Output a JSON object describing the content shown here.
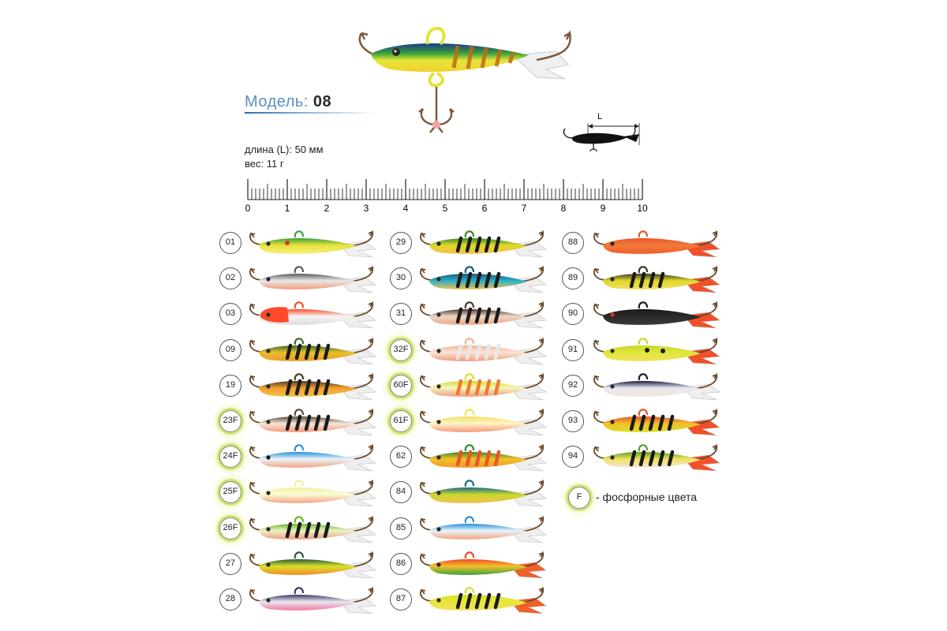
{
  "header": {
    "model_label": "Модель:",
    "model_number": "08",
    "spec_length": "длина (L): 50 мм",
    "spec_weight": "вес: 11 г",
    "diagram_label": "L"
  },
  "ruler": {
    "labels": [
      "0",
      "1",
      "2",
      "3",
      "4",
      "5",
      "6",
      "7",
      "8",
      "9",
      "10"
    ]
  },
  "legend": {
    "symbol": "F",
    "text": "- фосфорные цвета"
  },
  "colors": {
    "columns": [
      [
        {
          "code": "01",
          "phosphor": false,
          "top": "#3aa23a",
          "mid": "#e7e23a",
          "belly": "#f5f080",
          "accent": "#d9332a",
          "stripes": 0,
          "tail": "#f0f0f0",
          "eye": "#2a2a2a"
        },
        {
          "code": "02",
          "phosphor": false,
          "top": "#5b5b5b",
          "mid": "#e9e9e9",
          "belly": "#f39a7a",
          "accent": "#ffffff",
          "stripes": 0,
          "tail": "#eeeeee",
          "eye": "#2a2a2a"
        },
        {
          "code": "03",
          "phosphor": false,
          "top": "#ff4a2a",
          "mid": "#f5f5f5",
          "belly": "#dddddd",
          "accent": "#ff4a2a",
          "stripes": 0,
          "tail": "#eeeeee",
          "eye": "#2a2a2a"
        },
        {
          "code": "09",
          "phosphor": false,
          "top": "#3c6a2a",
          "mid": "#e6c02a",
          "belly": "#f29a2a",
          "accent": "#1a1a1a",
          "stripes": 5,
          "tail": "#eeeeee",
          "eye": "#2a2a2a"
        },
        {
          "code": "19",
          "phosphor": false,
          "top": "#4a3a2a",
          "mid": "#f2a02a",
          "belly": "#f2c050",
          "accent": "#1a1a1a",
          "stripes": 5,
          "tail": "#eeeeee",
          "eye": "#2a2a2a"
        },
        {
          "code": "23F",
          "phosphor": true,
          "top": "#5b4a3a",
          "mid": "#f4e6d8",
          "belly": "#f39a7a",
          "accent": "#1a1a1a",
          "stripes": 5,
          "tail": "#eeeeee",
          "eye": "#2a2a2a"
        },
        {
          "code": "24F",
          "phosphor": true,
          "top": "#2a90d8",
          "mid": "#e8f4fb",
          "belly": "#f3a480",
          "accent": "#111111",
          "stripes": 0,
          "tail": "#eeeeee",
          "eye": "#111111"
        },
        {
          "code": "25F",
          "phosphor": true,
          "top": "#eef2a0",
          "mid": "#fafbd6",
          "belly": "#f3a480",
          "accent": "#ffffff",
          "stripes": 0,
          "tail": "#eeeeee",
          "eye": "#2a2a2a"
        },
        {
          "code": "26F",
          "phosphor": true,
          "top": "#6ab82a",
          "mid": "#eaf3c8",
          "belly": "#f39a7a",
          "accent": "#1a1a1a",
          "stripes": 5,
          "tail": "#eeeeee",
          "eye": "#2a2a2a"
        },
        {
          "code": "27",
          "phosphor": false,
          "top": "#2a5a3a",
          "mid": "#d8e02a",
          "belly": "#f28a2a",
          "accent": "#ffffff",
          "stripes": 0,
          "tail": "#eeeeee",
          "eye": "#2a2a2a"
        },
        {
          "code": "28",
          "phosphor": false,
          "top": "#3a3a6a",
          "mid": "#e8e8ee",
          "belly": "#f07aa0",
          "accent": "#ffffff",
          "stripes": 0,
          "tail": "#eeeeee",
          "eye": "#2a2a2a"
        }
      ],
      [
        {
          "code": "29",
          "phosphor": false,
          "top": "#3a8a2a",
          "mid": "#e0d82a",
          "belly": "#f2c050",
          "accent": "#1a1a1a",
          "stripes": 5,
          "tail": "#eeeeee",
          "eye": "#2a2a2a"
        },
        {
          "code": "30",
          "phosphor": false,
          "top": "#1a5a7a",
          "mid": "#2ab0c8",
          "belly": "#f2c050",
          "accent": "#1a1a1a",
          "stripes": 5,
          "tail": "#eeeeee",
          "eye": "#2a2a2a"
        },
        {
          "code": "31",
          "phosphor": false,
          "top": "#4a3a2a",
          "mid": "#ead8c8",
          "belly": "#f3a480",
          "accent": "#1a1a1a",
          "stripes": 5,
          "tail": "#eeeeee",
          "eye": "#2a2a2a"
        },
        {
          "code": "32F",
          "phosphor": true,
          "top": "#f2b49a",
          "mid": "#fbe4d8",
          "belly": "#f39a7a",
          "accent": "#e8e8e8",
          "stripes": 5,
          "tail": "#eeeeee",
          "eye": "#2a2a2a"
        },
        {
          "code": "60F",
          "phosphor": true,
          "top": "#d8e02a",
          "mid": "#f2f5c0",
          "belly": "#f39a7a",
          "accent": "#f07a30",
          "stripes": 5,
          "tail": "#eeeeee",
          "eye": "#2a2a2a"
        },
        {
          "code": "61F",
          "phosphor": true,
          "top": "#f2e060",
          "mid": "#fdf4c8",
          "belly": "#f39a7a",
          "accent": "#ffffff",
          "stripes": 0,
          "tail": "#eeeeee",
          "eye": "#2a2a2a"
        },
        {
          "code": "62",
          "phosphor": false,
          "top": "#3a8a2a",
          "mid": "#f2c02a",
          "belly": "#f29a2a",
          "accent": "#e8552a",
          "stripes": 5,
          "tail": "#eeeeee",
          "eye": "#2a2a2a"
        },
        {
          "code": "84",
          "phosphor": false,
          "top": "#1a6a8a",
          "mid": "#c8d82a",
          "belly": "#f2c050",
          "accent": "#ffffff",
          "stripes": 0,
          "tail": "#eeeeee",
          "eye": "#2a2a2a"
        },
        {
          "code": "85",
          "phosphor": false,
          "top": "#2a90d8",
          "mid": "#e8f4fb",
          "belly": "#f3a480",
          "accent": "#ffffff",
          "stripes": 0,
          "tail": "#eeeeee",
          "eye": "#2a2a2a"
        },
        {
          "code": "86",
          "phosphor": false,
          "top": "#f04a2a",
          "mid": "#f2c02a",
          "belly": "#3aa23a",
          "accent": "#ffffff",
          "stripes": 0,
          "tail": "#f0602a",
          "eye": "#2a2a2a"
        },
        {
          "code": "87",
          "phosphor": false,
          "top": "#d8e02a",
          "mid": "#e8e63a",
          "belly": "#f0e060",
          "accent": "#1a1a1a",
          "stripes": 5,
          "tail": "#f0602a",
          "eye": "#2a2a2a"
        }
      ],
      [
        {
          "code": "88",
          "phosphor": false,
          "top": "#e8552a",
          "mid": "#f27a3a",
          "belly": "#f0602a",
          "accent": "#e8552a",
          "stripes": 0,
          "tail": "#f0502a",
          "eye": "#2a2a2a"
        },
        {
          "code": "89",
          "phosphor": false,
          "top": "#3a3a2a",
          "mid": "#e0d82a",
          "belly": "#f0e060",
          "accent": "#1a1a1a",
          "stripes": 4,
          "tail": "#f0502a",
          "eye": "#2a2a2a"
        },
        {
          "code": "90",
          "phosphor": false,
          "top": "#1a1a1a",
          "mid": "#2a2a2a",
          "belly": "#3a3a3a",
          "accent": "#d9332a",
          "stripes": 0,
          "tail": "#f0502a",
          "eye": "#d9332a"
        },
        {
          "code": "91",
          "phosphor": false,
          "top": "#c8d82a",
          "mid": "#e0e63a",
          "belly": "#f2e060",
          "accent": "#1a1a1a",
          "stripes": 0,
          "tail": "#f0502a",
          "eye": "#2a2a2a"
        },
        {
          "code": "92",
          "phosphor": false,
          "top": "#1a1a3a",
          "mid": "#e8eaf2",
          "belly": "#f3e4d8",
          "accent": "#ffffff",
          "stripes": 0,
          "tail": "#eeeeee",
          "eye": "#2a2a2a"
        },
        {
          "code": "93",
          "phosphor": false,
          "top": "#e8552a",
          "mid": "#f2c02a",
          "belly": "#d8e02a",
          "accent": "#1a1a1a",
          "stripes": 5,
          "tail": "#f0502a",
          "eye": "#2a2a2a"
        },
        {
          "code": "94",
          "phosphor": false,
          "top": "#5aa02a",
          "mid": "#f2e060",
          "belly": "#f3e4d8",
          "accent": "#1a1a1a",
          "stripes": 5,
          "tail": "#f0502a",
          "eye": "#2a2a2a"
        }
      ]
    ]
  }
}
